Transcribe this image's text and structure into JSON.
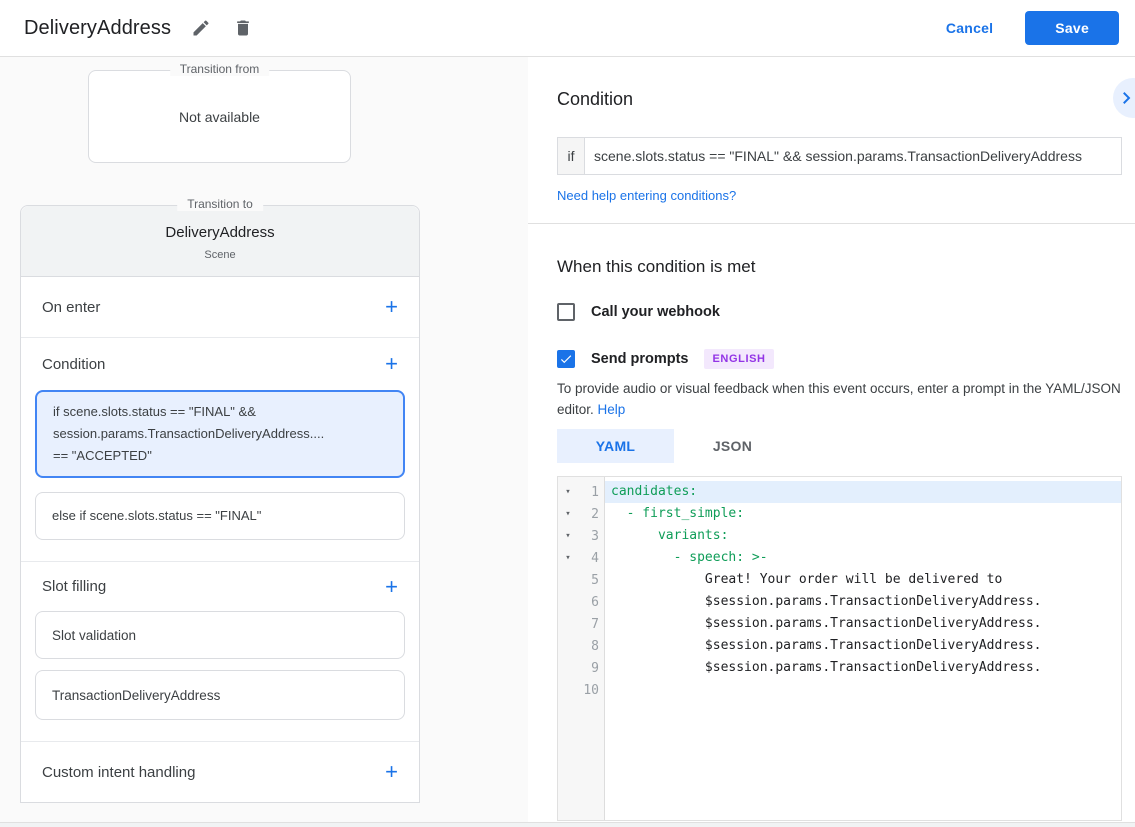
{
  "header": {
    "title": "DeliveryAddress",
    "cancel": "Cancel",
    "save": "Save"
  },
  "colors": {
    "accent": "#1a73e8",
    "accent_bg": "#e8f0fe",
    "yaml_key_green": "#0f9d58",
    "badge_text": "#9334e6",
    "badge_bg": "#f3e8fd",
    "selected_card_border": "#4285f4"
  },
  "flow": {
    "from_legend": "Transition from",
    "from_content": "Not available",
    "to_legend": "Transition to",
    "scene_title": "DeliveryAddress",
    "scene_subtitle": "Scene",
    "sections": {
      "on_enter": "On enter",
      "condition": "Condition",
      "slot_filling": "Slot filling",
      "custom_intent": "Custom intent handling"
    },
    "condition_cards": [
      {
        "selected": true,
        "lines": [
          "if scene.slots.status == \"FINAL\" &&",
          "session.params.TransactionDeliveryAddress....",
          "== \"ACCEPTED\""
        ]
      },
      {
        "selected": false,
        "lines": [
          "else if scene.slots.status == \"FINAL\""
        ]
      }
    ],
    "slot_cards": [
      "Slot validation",
      "TransactionDeliveryAddress"
    ]
  },
  "panel": {
    "heading": "Condition",
    "if_label": "if",
    "condition_value": "scene.slots.status == \"FINAL\" && session.params.TransactionDeliveryAddress",
    "help_link": "Need help entering conditions?",
    "when_heading": "When this condition is met",
    "webhook": {
      "label": "Call your webhook",
      "checked": false
    },
    "prompts": {
      "label": "Send prompts",
      "checked": true,
      "badge": "ENGLISH"
    },
    "helper_text": "To provide audio or visual feedback when this event occurs, enter a prompt in the YAML/JSON editor.",
    "helper_link": "Help",
    "tabs": [
      {
        "label": "YAML",
        "active": true
      },
      {
        "label": "JSON",
        "active": false
      }
    ],
    "editor": {
      "lines": [
        {
          "n": "1",
          "text": "candidates:",
          "green": true,
          "fold": true,
          "highlight": true
        },
        {
          "n": "2",
          "text": "  - first_simple:",
          "green": true,
          "fold": true
        },
        {
          "n": "3",
          "text": "      variants:",
          "green": true,
          "fold": true
        },
        {
          "n": "4",
          "text": "        - speech: >-",
          "green": true,
          "fold": true
        },
        {
          "n": "5",
          "text": "            Great! Your order will be delivered to"
        },
        {
          "n": "6",
          "text": "            $session.params.TransactionDeliveryAddress."
        },
        {
          "n": "7",
          "text": "            $session.params.TransactionDeliveryAddress."
        },
        {
          "n": "8",
          "text": "            $session.params.TransactionDeliveryAddress."
        },
        {
          "n": "9",
          "text": "            $session.params.TransactionDeliveryAddress."
        },
        {
          "n": "10",
          "text": ""
        }
      ]
    }
  }
}
